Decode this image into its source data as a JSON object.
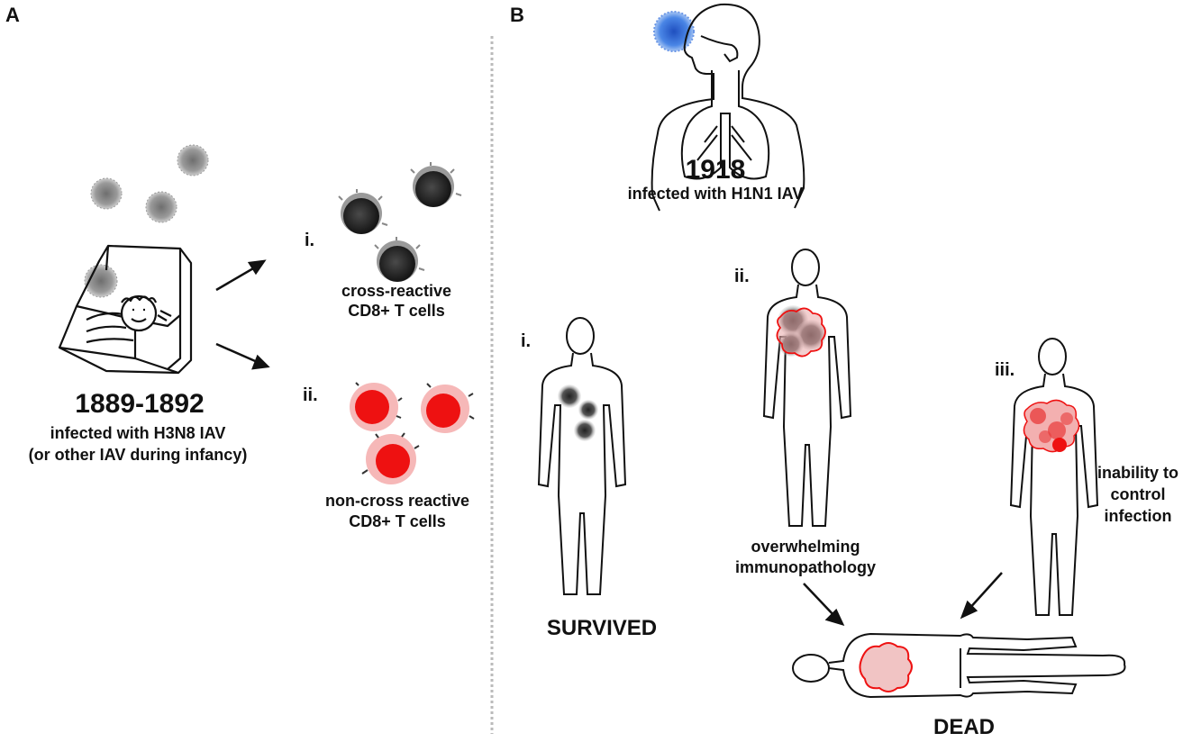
{
  "panels": {
    "a_label": "A",
    "b_label": "B"
  },
  "panel_a": {
    "year": "1889-1892",
    "infection_line1": "infected with H3N8 IAV",
    "infection_line2": "(or other IAV during infancy)",
    "outcome_i": {
      "numeral": "i.",
      "line1": "cross-reactive",
      "line2": "CD8+ T cells"
    },
    "outcome_ii": {
      "numeral": "ii.",
      "line1": "non-cross reactive",
      "line2": "CD8+ T cells"
    }
  },
  "panel_b": {
    "year": "1918",
    "infection": "infected with H1N1 IAV",
    "case_i": {
      "numeral": "i.",
      "result": "SURVIVED"
    },
    "case_ii": {
      "numeral": "ii.",
      "line1": "overwhelming",
      "line2": "immunopathology"
    },
    "case_iii": {
      "numeral": "iii.",
      "line1": "inability to",
      "line2": "control",
      "line3": "infection"
    },
    "final_result": "DEAD"
  },
  "colors": {
    "virus_grey": "#8a8a8a",
    "virus_blue": "#3b6fd6",
    "cross_reactive_cell": "#2a2a2a",
    "non_cross_reactive_cell": "#ee1111",
    "cell_halo_red": "#f6b8b8",
    "divider": "#bbbbbb"
  }
}
